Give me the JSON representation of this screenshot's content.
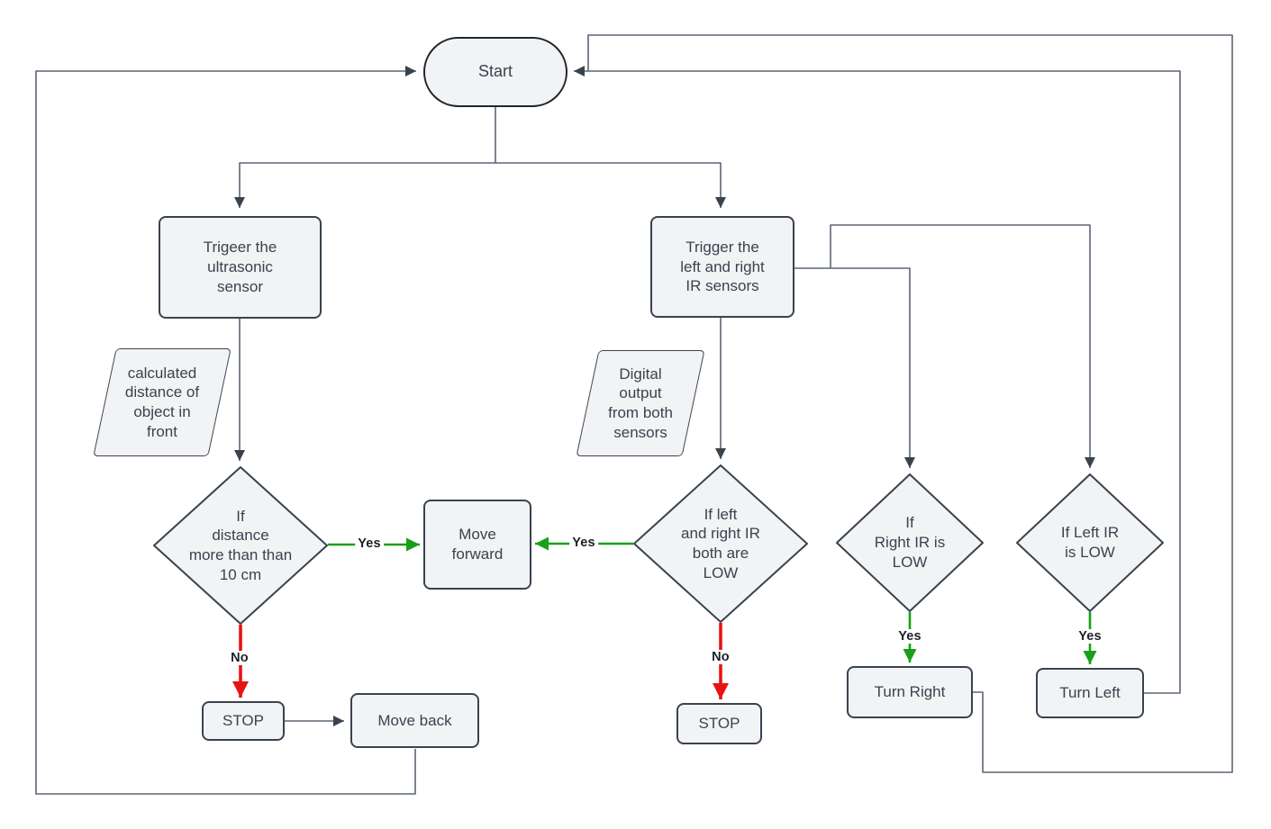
{
  "diagram": {
    "type": "flowchart",
    "nodes": {
      "start": {
        "shape": "terminator",
        "label": "Start"
      },
      "trigger_ultrasonic": {
        "shape": "process",
        "label": "Trigeer the\nultrasonic\nsensor"
      },
      "calc_distance": {
        "shape": "input-output",
        "label": "calculated\ndistance of\nobject in\nfront"
      },
      "distance_check": {
        "shape": "decision",
        "label": "If\ndistance\nmore than than\n10 cm"
      },
      "move_forward": {
        "shape": "process",
        "label": "Move\nforward"
      },
      "trigger_ir": {
        "shape": "process",
        "label": "Trigger the\nleft and right\nIR sensors"
      },
      "digital_output": {
        "shape": "input-output",
        "label": "Digital\noutput\nfrom both\nsensors"
      },
      "ir_both_low": {
        "shape": "decision",
        "label": "If left\nand right IR\nboth are\nLOW"
      },
      "right_ir_low": {
        "shape": "decision",
        "label": "If\nRight IR is\nLOW"
      },
      "left_ir_low": {
        "shape": "decision",
        "label": "If Left IR\nis LOW"
      },
      "stop_ultrasonic": {
        "shape": "process",
        "label": "STOP"
      },
      "move_back": {
        "shape": "process",
        "label": "Move back"
      },
      "stop_ir": {
        "shape": "process",
        "label": "STOP"
      },
      "turn_right": {
        "shape": "process",
        "label": "Turn Right"
      },
      "turn_left": {
        "shape": "process",
        "label": "Turn Left"
      }
    },
    "labels": {
      "yes": "Yes",
      "no": "No"
    },
    "edges": [
      {
        "from": "Start",
        "to": "Trigeer the ultrasonic sensor",
        "label": ""
      },
      {
        "from": "Start",
        "to": "Trigger the left and right IR sensors",
        "label": ""
      },
      {
        "from": "Trigeer the ultrasonic sensor",
        "to": "If distance more than than 10 cm",
        "label": ""
      },
      {
        "from": "If distance more than than 10 cm",
        "to": "Move forward",
        "label": "Yes"
      },
      {
        "from": "If distance more than than 10 cm",
        "to": "STOP",
        "label": "No"
      },
      {
        "from": "STOP",
        "to": "Move back",
        "label": ""
      },
      {
        "from": "Move back",
        "to": "Start",
        "label": ""
      },
      {
        "from": "Trigger the left and right IR sensors",
        "to": "If left and right IR both are LOW",
        "label": ""
      },
      {
        "from": "Trigger the left and right IR sensors",
        "to": "If Right IR is LOW",
        "label": ""
      },
      {
        "from": "Trigger the left and right IR sensors",
        "to": "If Left IR is LOW",
        "label": ""
      },
      {
        "from": "If left and right IR both are LOW",
        "to": "Move forward",
        "label": "Yes"
      },
      {
        "from": "If left and right IR both are LOW",
        "to": "STOP",
        "label": "No"
      },
      {
        "from": "If Right IR is LOW",
        "to": "Turn Right",
        "label": "Yes"
      },
      {
        "from": "If Left IR is LOW",
        "to": "Turn Left",
        "label": "Yes"
      },
      {
        "from": "Turn Right",
        "to": "Start",
        "label": ""
      },
      {
        "from": "Turn Left",
        "to": "Start",
        "label": ""
      }
    ],
    "colors": {
      "node_fill": "#F2F3F5",
      "node_border": "#39434E",
      "connector": "#5B6675",
      "yes_arrow": "#18A018",
      "no_arrow": "#E81313",
      "text": "#39434E"
    }
  }
}
